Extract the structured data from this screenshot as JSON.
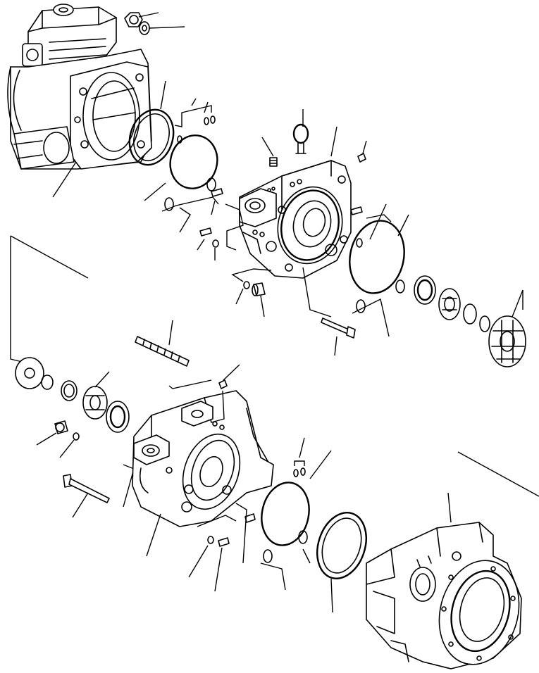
{
  "diagram": {
    "type": "exploded-parts-view",
    "parts": [
      "rear-pump-assembly",
      "nut",
      "washer",
      "large-seal-ring-upper",
      "o-ring-upper",
      "small-o-rings-upper",
      "eye-bolt",
      "plug-upper",
      "grease-fitting",
      "center-pump-housing",
      "dowel-pin",
      "seal-ring-right",
      "oil-seal",
      "bearing",
      "snap-ring",
      "coupling",
      "through-bolt",
      "stud",
      "front-pump-housing",
      "plate-left",
      "snap-ring-left",
      "spacer-ring",
      "bearing-left",
      "oil-seal-left",
      "drain-plug",
      "o-ring-small",
      "long-bolt",
      "o-ring-lower",
      "large-seal-ring-lower",
      "front-adapter-housing"
    ]
  }
}
